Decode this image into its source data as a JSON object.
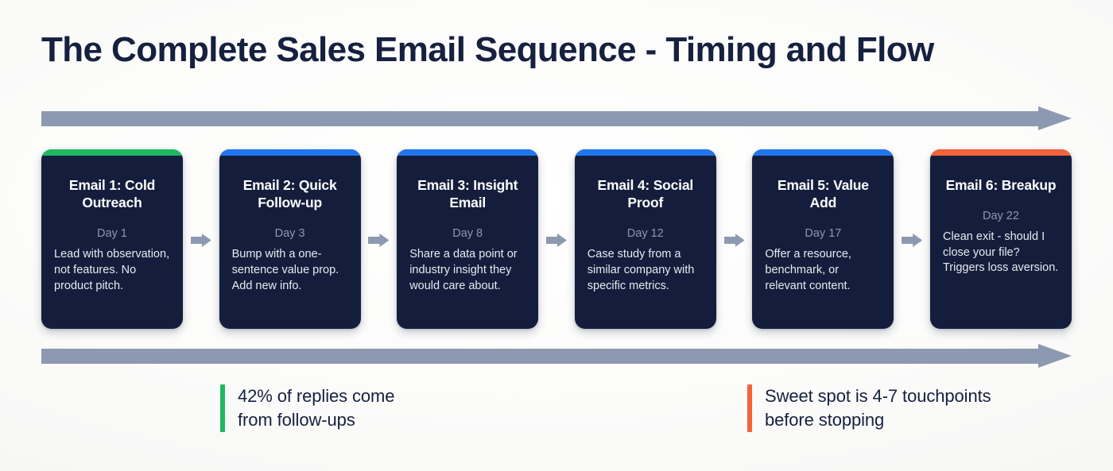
{
  "title": "The Complete Sales Email Sequence - Timing and Flow",
  "colors": {
    "background": "#fbfbfa",
    "ink": "#16203f",
    "card_body": "#141e3c",
    "arrow_grey": "#8c99b0",
    "green": "#1fb862",
    "blue": "#2176f0",
    "orange": "#f4623a",
    "day_label": "#8d97ae",
    "card_text": "#e7eaf1"
  },
  "timeline": {
    "top_arrow_label": "sequence-timeline-top",
    "bottom_arrow_label": "sequence-timeline-bottom"
  },
  "cards": [
    {
      "title": "Email 1: Cold Outreach",
      "day": "Day 1",
      "description": "Lead with observation, not features. No product pitch.",
      "accent": "#1fb862"
    },
    {
      "title": "Email 2: Quick Follow-up",
      "day": "Day 3",
      "description": "Bump with a one-sentence value prop. Add new info.",
      "accent": "#2176f0"
    },
    {
      "title": "Email 3: Insight Email",
      "day": "Day 8",
      "description": "Share a data point or industry insight they would care about.",
      "accent": "#2176f0"
    },
    {
      "title": "Email 4: Social Proof",
      "day": "Day 12",
      "description": "Case study from a similar company with specific metrics.",
      "accent": "#2176f0"
    },
    {
      "title": "Email 5: Value Add",
      "day": "Day 17",
      "description": "Offer a resource, benchmark, or relevant content.",
      "accent": "#2176f0"
    },
    {
      "title": "Email 6: Breakup",
      "day": "Day 22",
      "description": "Clean exit - should I close your file? Triggers loss aversion.",
      "accent": "#f4623a"
    }
  ],
  "footnotes": [
    {
      "text": "42% of replies come\nfrom follow-ups",
      "accent": "#1fb862"
    },
    {
      "text": "Sweet spot is 4-7 touchpoints\nbefore stopping",
      "accent": "#f4623a"
    }
  ]
}
